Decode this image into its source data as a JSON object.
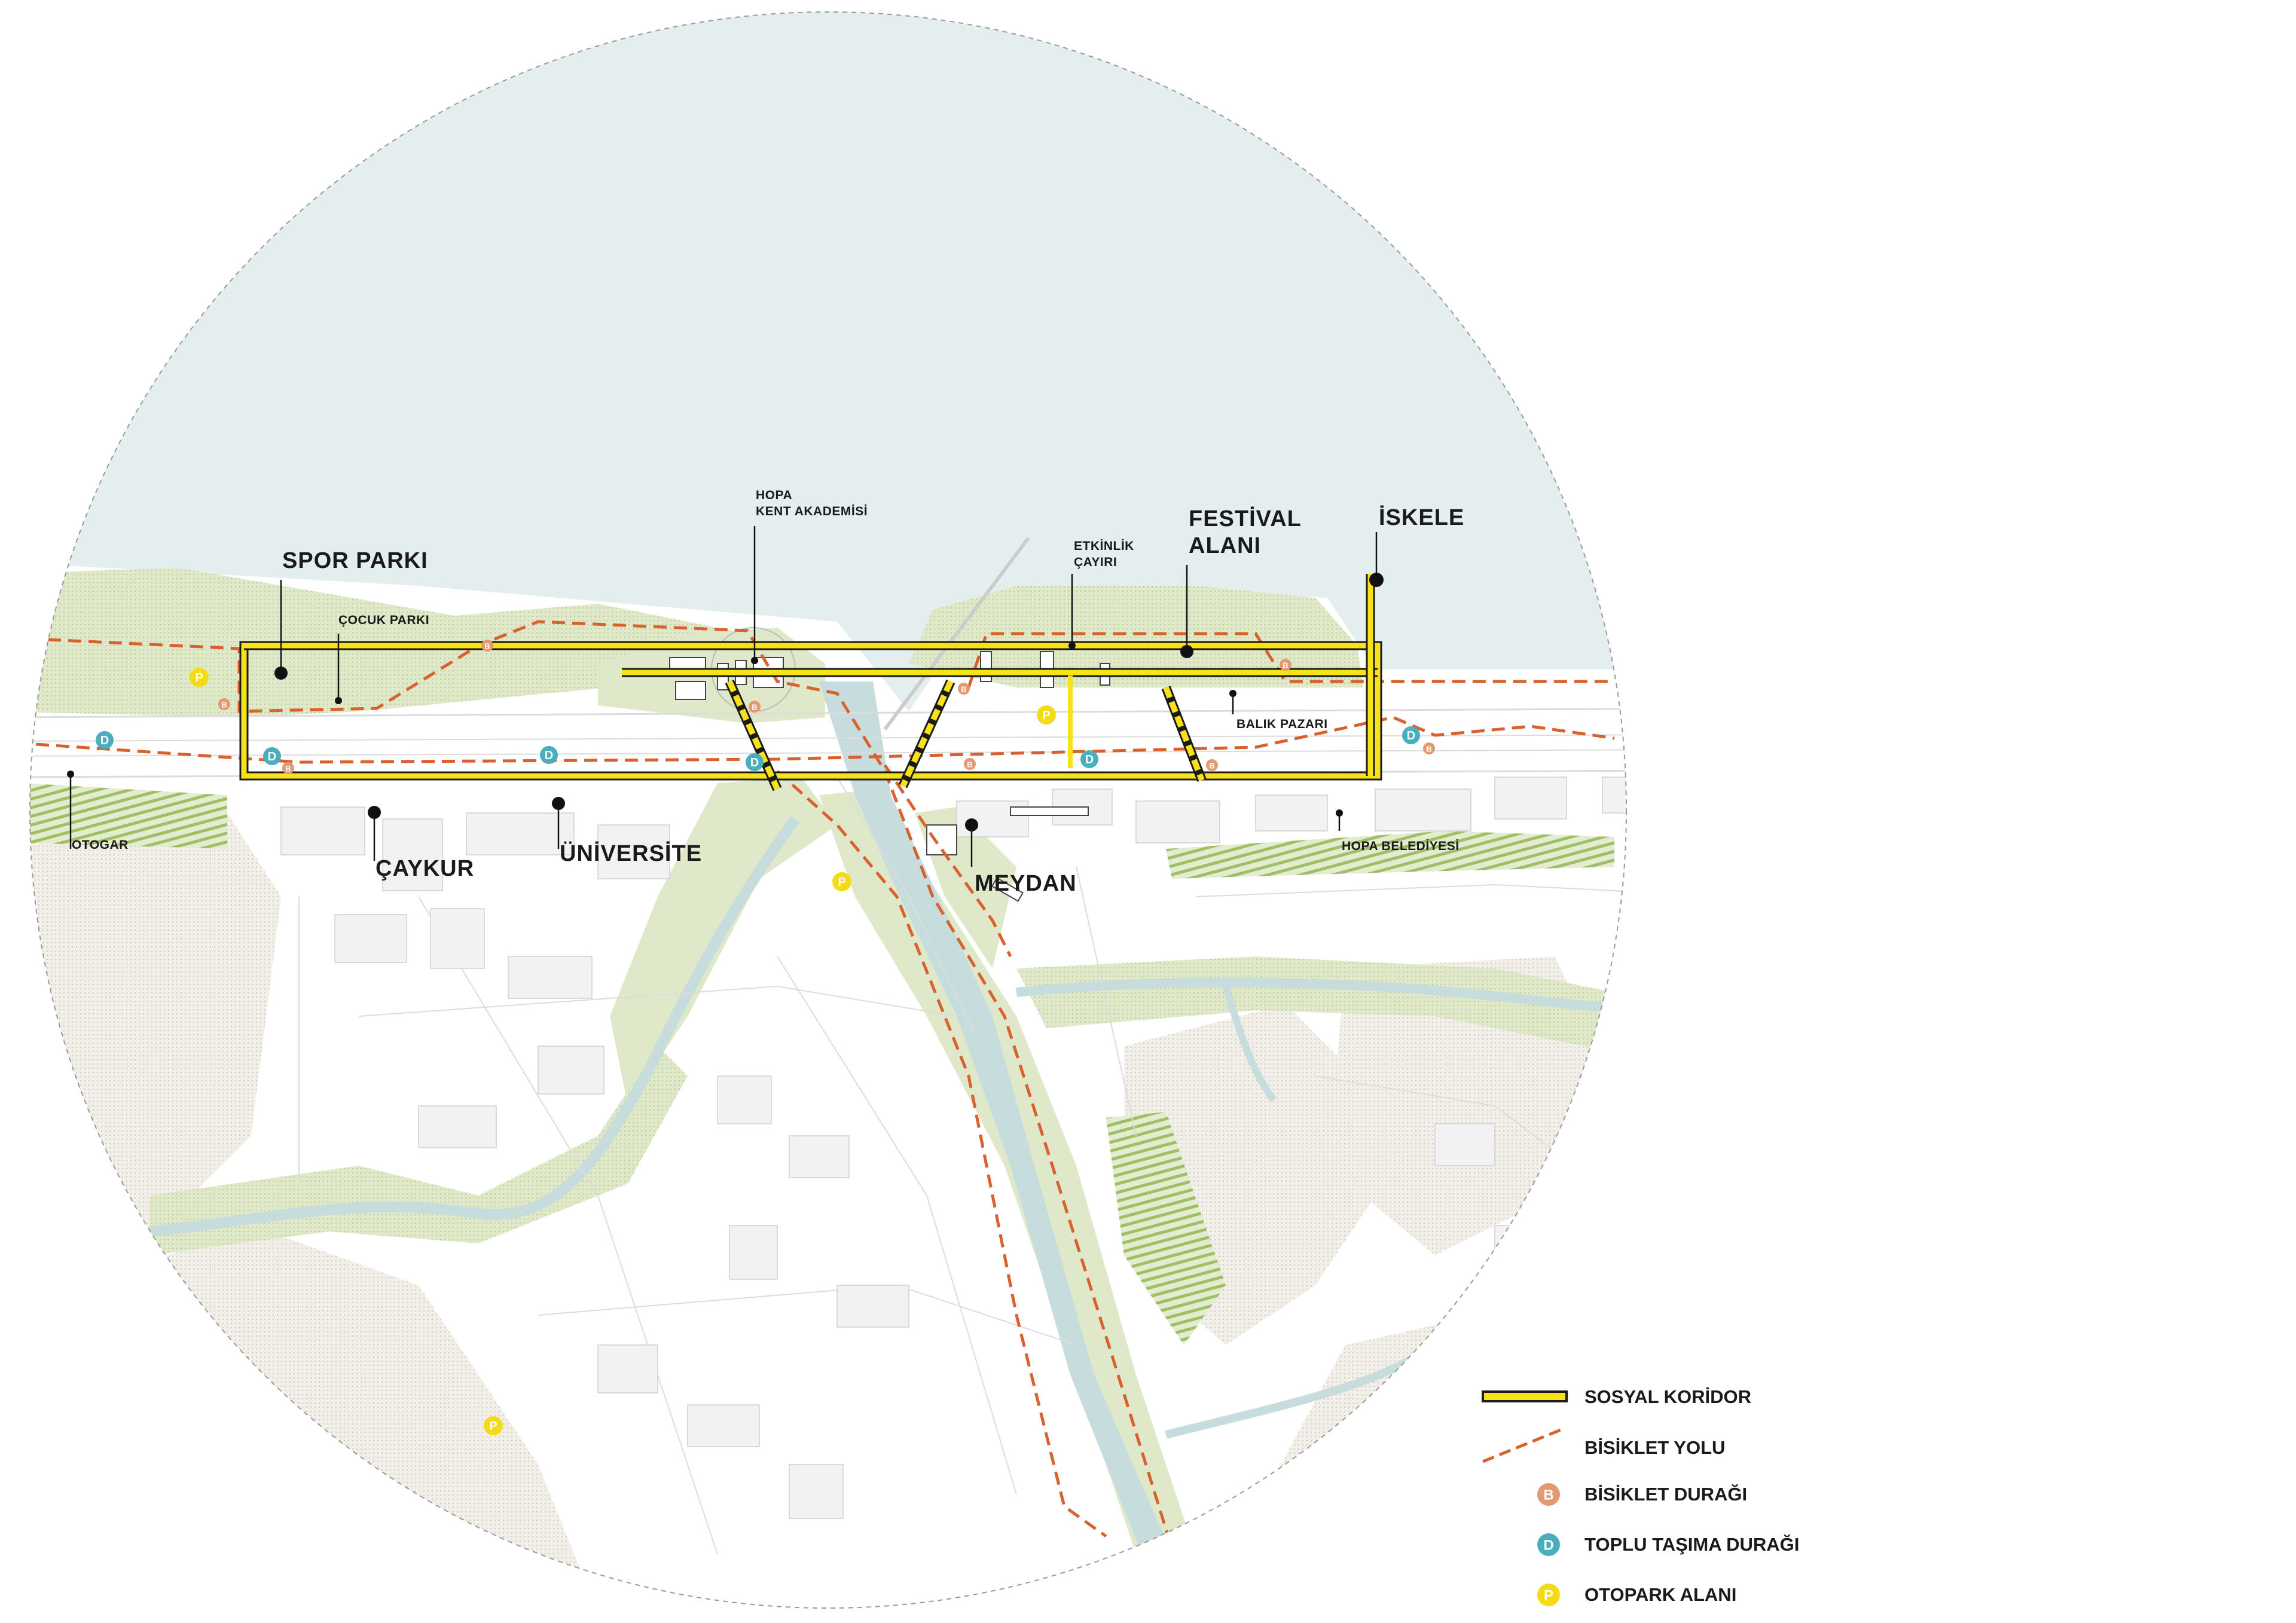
{
  "labels": {
    "spor_parki": "SPOR PARKI",
    "cocuk_parki": "ÇOCUK PARKI",
    "hopa_1": "HOPA",
    "hopa_2": "KENT AKADEMİSİ",
    "etkinlik_1": "ETKİNLİK",
    "etkinlik_2": "ÇAYIRI",
    "festival_1": "FESTİVAL",
    "festival_2": "ALANI",
    "iskele": "İSKELE",
    "balik_pazari": "BALIK PAZARI",
    "otogar": "OTOGAR",
    "caykur": "ÇAYKUR",
    "universite": "ÜNİVERSİTE",
    "meydan": "MEYDAN",
    "hopa_belediyesi": "HOPA BELEDİYESİ"
  },
  "legend": [
    {
      "key": "corridor",
      "label": "SOSYAL KORİDOR"
    },
    {
      "key": "bike",
      "label": "BİSİKLET YOLU"
    },
    {
      "key": "bike_stop",
      "label": "BİSİKLET DURAĞI",
      "letter": "B"
    },
    {
      "key": "transit",
      "label": "TOPLU TAŞIMA DURAĞI",
      "letter": "D"
    },
    {
      "key": "parking",
      "label": "OTOPARK ALANI",
      "letter": "P"
    }
  ],
  "badges": {
    "bike": "B",
    "transit": "D",
    "parking": "P"
  },
  "colors": {
    "sea": "#e5eeee",
    "green": "#dfe8c9",
    "green_dark": "#b9cf8e",
    "beige": "#eeece5",
    "river": "#c7dcdc",
    "corridor": "#f7e21a",
    "corridor_outline": "#1a1a1a",
    "bike": "#d9612e",
    "bike_stop": "#e39a73",
    "transit": "#4aaebf",
    "parking": "#f3dc16",
    "road": "#dedede"
  }
}
